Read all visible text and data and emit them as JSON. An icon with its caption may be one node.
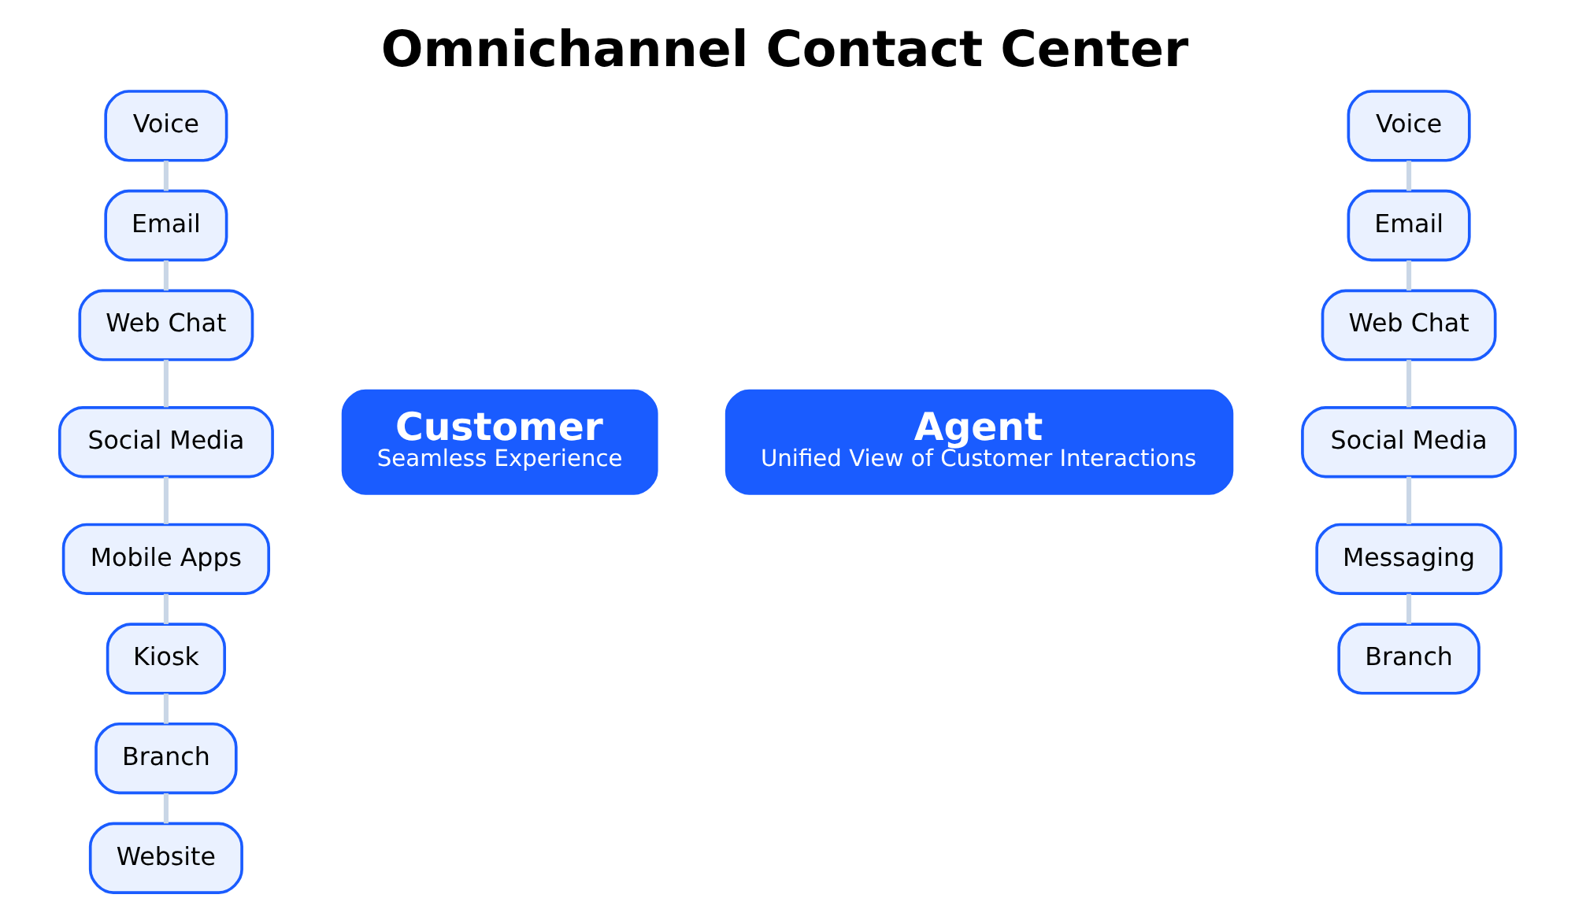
{
  "diagram": {
    "title": "Omnichannel Contact Center",
    "nodes": [
      {
        "text": [
          "Voice"
        ]
      },
      {
        "text": [
          "Email"
        ]
      },
      {
        "text": [
          "Web Chat"
        ]
      },
      {
        "text": [
          "Social Media"
        ]
      },
      {
        "text": [
          "Mobile Apps"
        ]
      },
      {
        "text": [
          "Kiosk"
        ]
      },
      {
        "text": [
          "Branch"
        ]
      },
      {
        "text": [
          "Website"
        ]
      },
      {
        "text": [
          "Customer",
          "Seamless Experience"
        ]
      },
      {
        "text": [
          "Agent",
          "Unified View of Customer Interactions"
        ]
      },
      {
        "text": [
          "Voice"
        ]
      },
      {
        "text": [
          "Email"
        ]
      },
      {
        "text": [
          "Web Chat"
        ]
      },
      {
        "text": [
          "Social Media"
        ]
      },
      {
        "text": [
          "Messaging"
        ]
      },
      {
        "text": [
          "Branch"
        ]
      }
    ],
    "edges": [
      {
        "from": 0,
        "to": 1,
        "arrow": "none"
      },
      {
        "from": 1,
        "to": 2,
        "arrow": "none"
      },
      {
        "from": 2,
        "to": 3,
        "arrow": "none"
      },
      {
        "from": 3,
        "to": 4,
        "arrow": "none"
      },
      {
        "from": 4,
        "to": 5,
        "arrow": "none"
      },
      {
        "from": 5,
        "to": 6,
        "arrow": "none"
      },
      {
        "from": 6,
        "to": 7,
        "arrow": "none"
      },
      {
        "from": 10,
        "to": 11,
        "arrow": "none"
      },
      {
        "from": 11,
        "to": 12,
        "arrow": "none"
      },
      {
        "from": 12,
        "to": 13,
        "arrow": "none"
      },
      {
        "from": 13,
        "to": 14,
        "arrow": "none"
      },
      {
        "from": 14,
        "to": 15,
        "arrow": "none"
      }
    ]
  }
}
